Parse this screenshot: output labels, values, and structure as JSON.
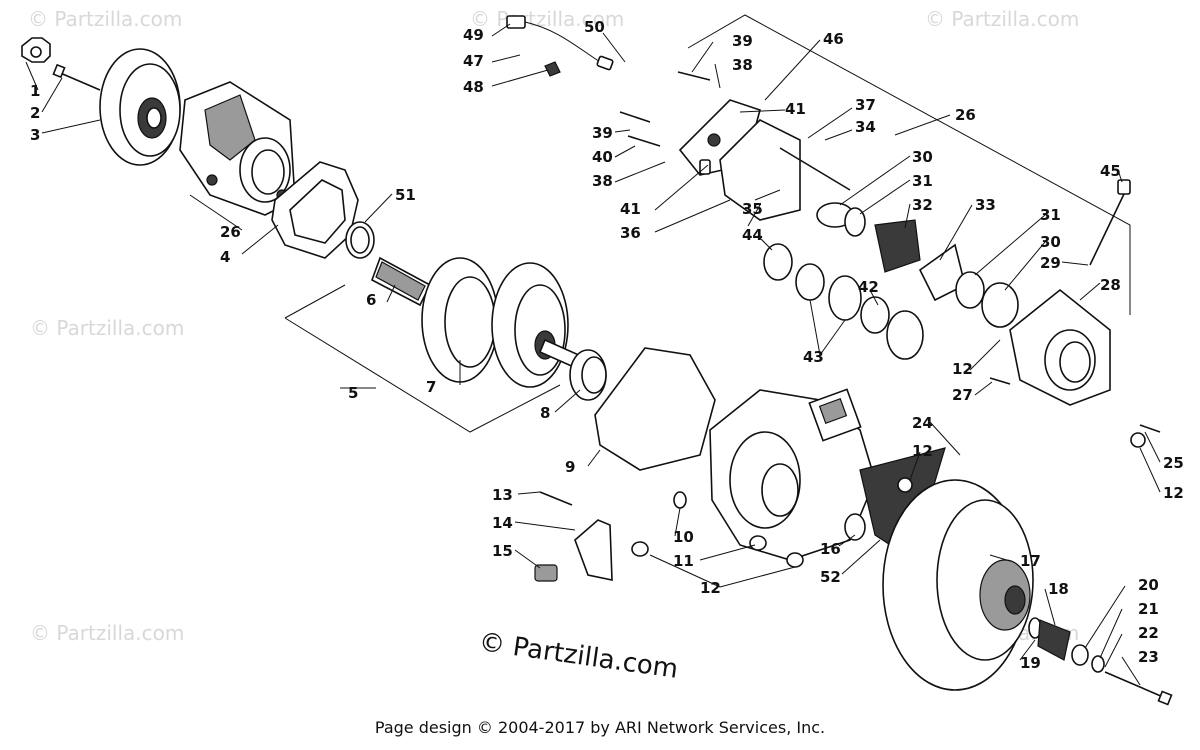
{
  "watermarks": [
    "© Partzilla.com",
    "© Partzilla.com",
    "© Partzilla.com",
    "© Partzilla.com",
    "© Partzilla.com",
    "© Partzilla.com"
  ],
  "brand": "© Partzilla.com",
  "footer": "Page design © 2004-2017 by ARI Network Services, Inc.",
  "callouts": {
    "c1": "1",
    "c2": "2",
    "c3": "3",
    "c4": "4",
    "c5": "5",
    "c6": "6",
    "c7": "7",
    "c8": "8",
    "c9": "9",
    "c10": "10",
    "c11": "11",
    "c12a": "12",
    "c12b": "12",
    "c12c": "12",
    "c12d": "12",
    "c13": "13",
    "c14": "14",
    "c15": "15",
    "c16": "16",
    "c17": "17",
    "c18": "18",
    "c19": "19",
    "c20": "20",
    "c21": "21",
    "c22": "22",
    "c23": "23",
    "c24": "24",
    "c25": "25",
    "c26a": "26",
    "c26b": "26",
    "c27": "27",
    "c28": "28",
    "c29": "29",
    "c30a": "30",
    "c30b": "30",
    "c31a": "31",
    "c31b": "31",
    "c32": "32",
    "c33": "33",
    "c34": "34",
    "c35": "35",
    "c36": "36",
    "c37": "37",
    "c38a": "38",
    "c38b": "38",
    "c39a": "39",
    "c39b": "39",
    "c40": "40",
    "c41a": "41",
    "c41b": "41",
    "c42": "42",
    "c43": "43",
    "c44": "44",
    "c45": "45",
    "c46": "46",
    "c47": "47",
    "c48": "48",
    "c49": "49",
    "c50": "50",
    "c51": "51",
    "c52": "52"
  }
}
